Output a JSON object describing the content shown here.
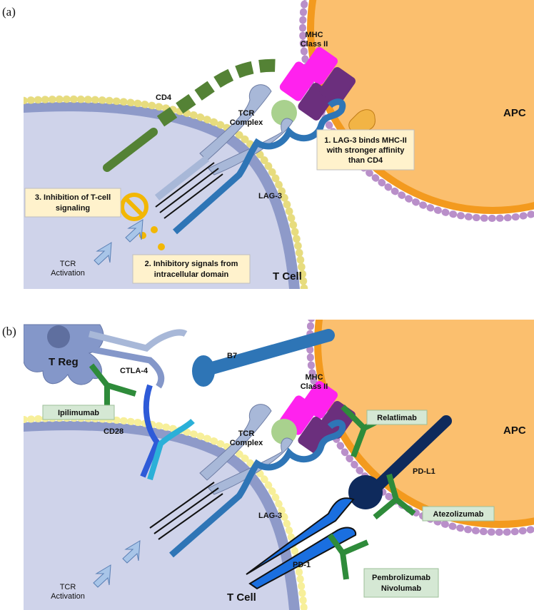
{
  "panel_a": {
    "letter": "(a)",
    "mhc_line1": "MHC",
    "mhc_line2": "Class II",
    "cd4": "CD4",
    "tcr_line1": "TCR",
    "tcr_line2": "Complex",
    "apc": "APC",
    "lag3": "LAG-3",
    "tcell": "T Cell",
    "tcr_act_line1": "TCR",
    "tcr_act_line2": "Activation",
    "callout1_line1": "1. LAG-3 binds MHC-II",
    "callout1_line2": "with stronger affinity",
    "callout1_line3": "than CD4",
    "callout2_line1": "2. Inhibitory signals from",
    "callout2_line2": "intracellular domain",
    "callout3_line1": "3. Inhibition of T-cell",
    "callout3_line2": "signaling"
  },
  "panel_b": {
    "letter": "(b)",
    "treg": "T Reg",
    "ctla4": "CTLA-4",
    "b7": "B7",
    "ipilimumab": "Ipilimumab",
    "cd28": "CD28",
    "mhc_line1": "MHC",
    "mhc_line2": "Class II",
    "tcr_line1": "TCR",
    "tcr_line2": "Complex",
    "relatlimab": "Relatlimab",
    "apc": "APC",
    "pdl1": "PD-L1",
    "lag3": "LAG-3",
    "atezolizumab": "Atezolizumab",
    "pd1": "PD-1",
    "pembro_line1": "Pembrolizumab",
    "pembro_line2": "Nivolumab",
    "tcell": "T Cell",
    "tcr_act_line1": "TCR",
    "tcr_act_line2": "Activation"
  },
  "colors": {
    "apc_fill": "#fbbf6e",
    "apc_membrane": "#f39a1e",
    "apc_beads": "#b98fc9",
    "tcell_fill": "#cfd3ea",
    "tcell_membrane": "#8e9ac9",
    "tcell_beads": "#f7ef9a",
    "mhc_alpha": "#ff22ee",
    "mhc_beta": "#6b2f7d",
    "peptide": "#a9d18e",
    "tcr": "#a8b8d8",
    "lag3": "#2e75b6",
    "cd4": "#548235",
    "callout_fill": "#fff2cc",
    "antibody": "#2e8b3a",
    "antibody_label_fill": "#d5e8d4",
    "pdl1": "#0e2a5c",
    "pd1": "#1a6fe0",
    "treg": "#8497c9",
    "cd28": "#2bb0d8"
  }
}
